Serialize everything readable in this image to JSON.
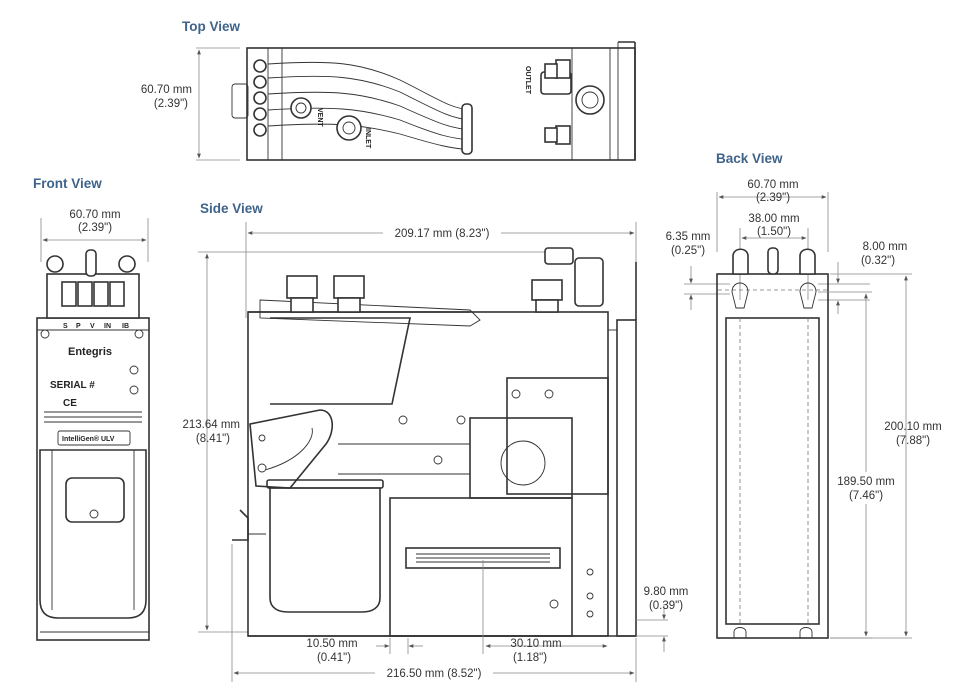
{
  "colors": {
    "title": "#3f6389",
    "line": "#333333",
    "dimension": "#888888"
  },
  "views": {
    "top": {
      "title": "Top View",
      "labels": {
        "vent": "VENT",
        "inlet": "INLET",
        "outlet": "OUTLET"
      }
    },
    "front": {
      "title": "Front View",
      "brand": "Entegris",
      "serial": "SERIAL #",
      "ce": "CE",
      "product": "IntelliGen® ULV",
      "pins": [
        "S",
        "P",
        "V",
        "IN",
        "IB"
      ]
    },
    "side": {
      "title": "Side View"
    },
    "back": {
      "title": "Back View"
    }
  },
  "dimensions": {
    "top_height": {
      "mm": "60.70 mm",
      "in": "(2.39\")"
    },
    "front_width": {
      "mm": "60.70 mm",
      "in": "(2.39\")"
    },
    "side_top_length": "209.17 mm (8.23\")",
    "side_height": {
      "mm": "213.64 mm",
      "in": "(8.41\")"
    },
    "side_bottom_length": "216.50 mm (8.52\")",
    "offset_left": {
      "mm": "10.50 mm",
      "in": "(0.41\")"
    },
    "offset_right": {
      "mm": "30.10 mm",
      "in": "(1.18\")"
    },
    "flange": {
      "mm": "9.80 mm",
      "in": "(0.39\")"
    },
    "back_width": {
      "mm": "60.70 mm",
      "in": "(2.39\")"
    },
    "hole_spacing": {
      "mm": "38.00 mm",
      "in": "(1.50\")"
    },
    "slot_offset": {
      "mm": "6.35 mm",
      "in": "(0.25\")"
    },
    "slot_dia": {
      "mm": "8.00 mm",
      "in": "(0.32\")"
    },
    "back_height_total": {
      "mm": "200.10 mm",
      "in": "(7.88\")"
    },
    "back_height_body": {
      "mm": "189.50 mm",
      "in": "(7.46\")"
    }
  }
}
